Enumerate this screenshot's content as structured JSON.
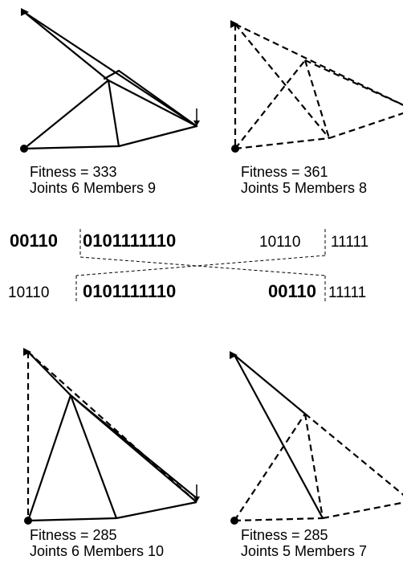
{
  "panels": [
    {
      "id": "parent-a",
      "fitness_label": "Fitness = 333",
      "info_label": "Joints 6  Members 9"
    },
    {
      "id": "parent-b",
      "fitness_label": "Fitness = 361",
      "info_label": "Joints 5  Members 8"
    },
    {
      "id": "child-a",
      "fitness_label": "Fitness = 285",
      "info_label": "Joints 6  Members 10"
    },
    {
      "id": "child-b",
      "fitness_label": "Fitness = 285",
      "info_label": "Joints 5  Members 7"
    }
  ],
  "strings": {
    "row1": {
      "seg1": "00110",
      "seg2": "0101111110",
      "seg3": "10110",
      "seg4": "11111"
    },
    "row2": {
      "seg1": "10110",
      "seg2": "0101111110",
      "seg3": "00110",
      "seg4": "11111"
    }
  },
  "colors": {
    "ink": "#000000",
    "background": "#ffffff"
  }
}
